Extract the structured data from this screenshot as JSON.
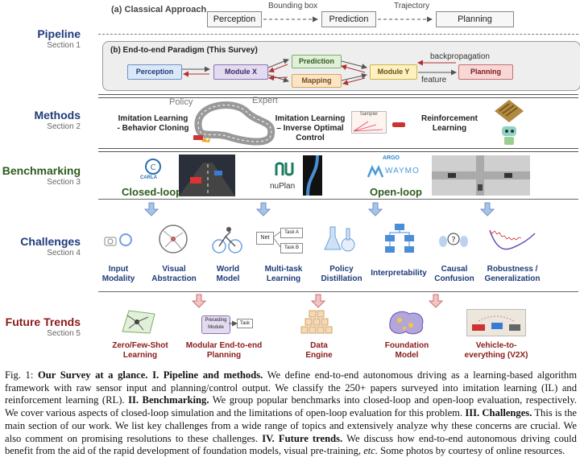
{
  "sections": {
    "pipeline": {
      "title": "Pipeline",
      "sub": "Section 1"
    },
    "methods": {
      "title": "Methods",
      "sub": "Section 2"
    },
    "benchmarking": {
      "title": "Benchmarking",
      "sub": "Section 3"
    },
    "challenges": {
      "title": "Challenges",
      "sub": "Section 4"
    },
    "future": {
      "title": "Future Trends",
      "sub": "Section 5"
    }
  },
  "colors": {
    "pipeline": "#1f3b7a",
    "methods": "#1f3b7a",
    "benchmarking": "#2d5a1e",
    "challenges": "#1f3b7a",
    "future": "#8b1a1a",
    "perception_fill": "#dbe8f7",
    "module_fill": "#e3dcf0",
    "prediction_fill": "#e2f0d9",
    "mapping_fill": "#fbe5c8",
    "moduley_fill": "#fdf1c2",
    "planning_fill": "#f9d7d7",
    "arrow_blue": "#7ea6d8",
    "arrow_red": "#e8a0a0"
  },
  "classical": {
    "label": "(a) Classical Approach",
    "perception": "Perception",
    "bounding_box": "Bounding box",
    "prediction": "Prediction",
    "trajectory": "Trajectory",
    "planning": "Planning"
  },
  "e2e": {
    "label": "(b) End-to-end Paradigm (This Survey)",
    "perception": "Perception",
    "module_x": "Module X",
    "prediction": "Prediction",
    "mapping": "Mapping",
    "module_y": "Module Y",
    "backprop": "backpropagation",
    "feature": "feature",
    "planning": "Planning"
  },
  "methods": {
    "il_bc": "Imitation Learning\n- Behavior Cloning",
    "policy": "Policy",
    "expert": "Expert",
    "il_ioc": "Imitation Learning\n– Inverse Optimal\nControl",
    "sampler": "Sampler",
    "rl": "Reinforcement\nLearning"
  },
  "bench": {
    "carla": "CARLA",
    "closed": "Closed-loop",
    "nuplan": "nuPlan",
    "argo": "ARGO",
    "waymo": "WAYMO",
    "open": "Open-loop"
  },
  "challenges": {
    "items": [
      "Input\nModality",
      "Visual\nAbstraction",
      "World\nModel",
      "Multi-task\nLearning",
      "Policy\nDistillation",
      "Interpretability",
      "Causal\nConfusion",
      "Robustness /\nGeneralization"
    ],
    "net": "Net",
    "task_a": "Task A",
    "task_b": "Task B"
  },
  "future": {
    "items": [
      "Zero/Few-Shot\nLearning",
      "Modular End-to-end\nPlanning",
      "Data\nEngine",
      "Foundation\nModel",
      "Vehicle-to-\neverything (V2X)"
    ],
    "preceding": "Preceding\nModule",
    "task": "Task"
  },
  "caption": {
    "fig": "Fig. 1:",
    "bold1": "Our Survey at a glance. I. Pipeline and methods.",
    "t1": " We define end-to-end autonomous driving as a learning-based algorithm framework with raw sensor input and planning/control output. We classify the 250+ papers surveyed into imitation learning (IL) and reinforcement learning (RL). ",
    "bold2": "II. Benchmarking.",
    "t2": " We group popular benchmarks into closed-loop and open-loop evaluation, respectively. We cover various aspects of closed-loop simulation and the limitations of open-loop evaluation for this problem. ",
    "bold3": "III. Challenges.",
    "t3": " This is the main section of our work. We list key challenges from a wide range of topics and extensively analyze why these concerns are crucial. We also comment on promising resolutions to these challenges. ",
    "bold4": "IV. Future trends.",
    "t4": " We discuss how end-to-end autonomous driving could benefit from the aid of the rapid development of foundation models, visual pre-training, ",
    "etc": "etc.",
    "t5": " Some photos by courtesy of online resources."
  }
}
